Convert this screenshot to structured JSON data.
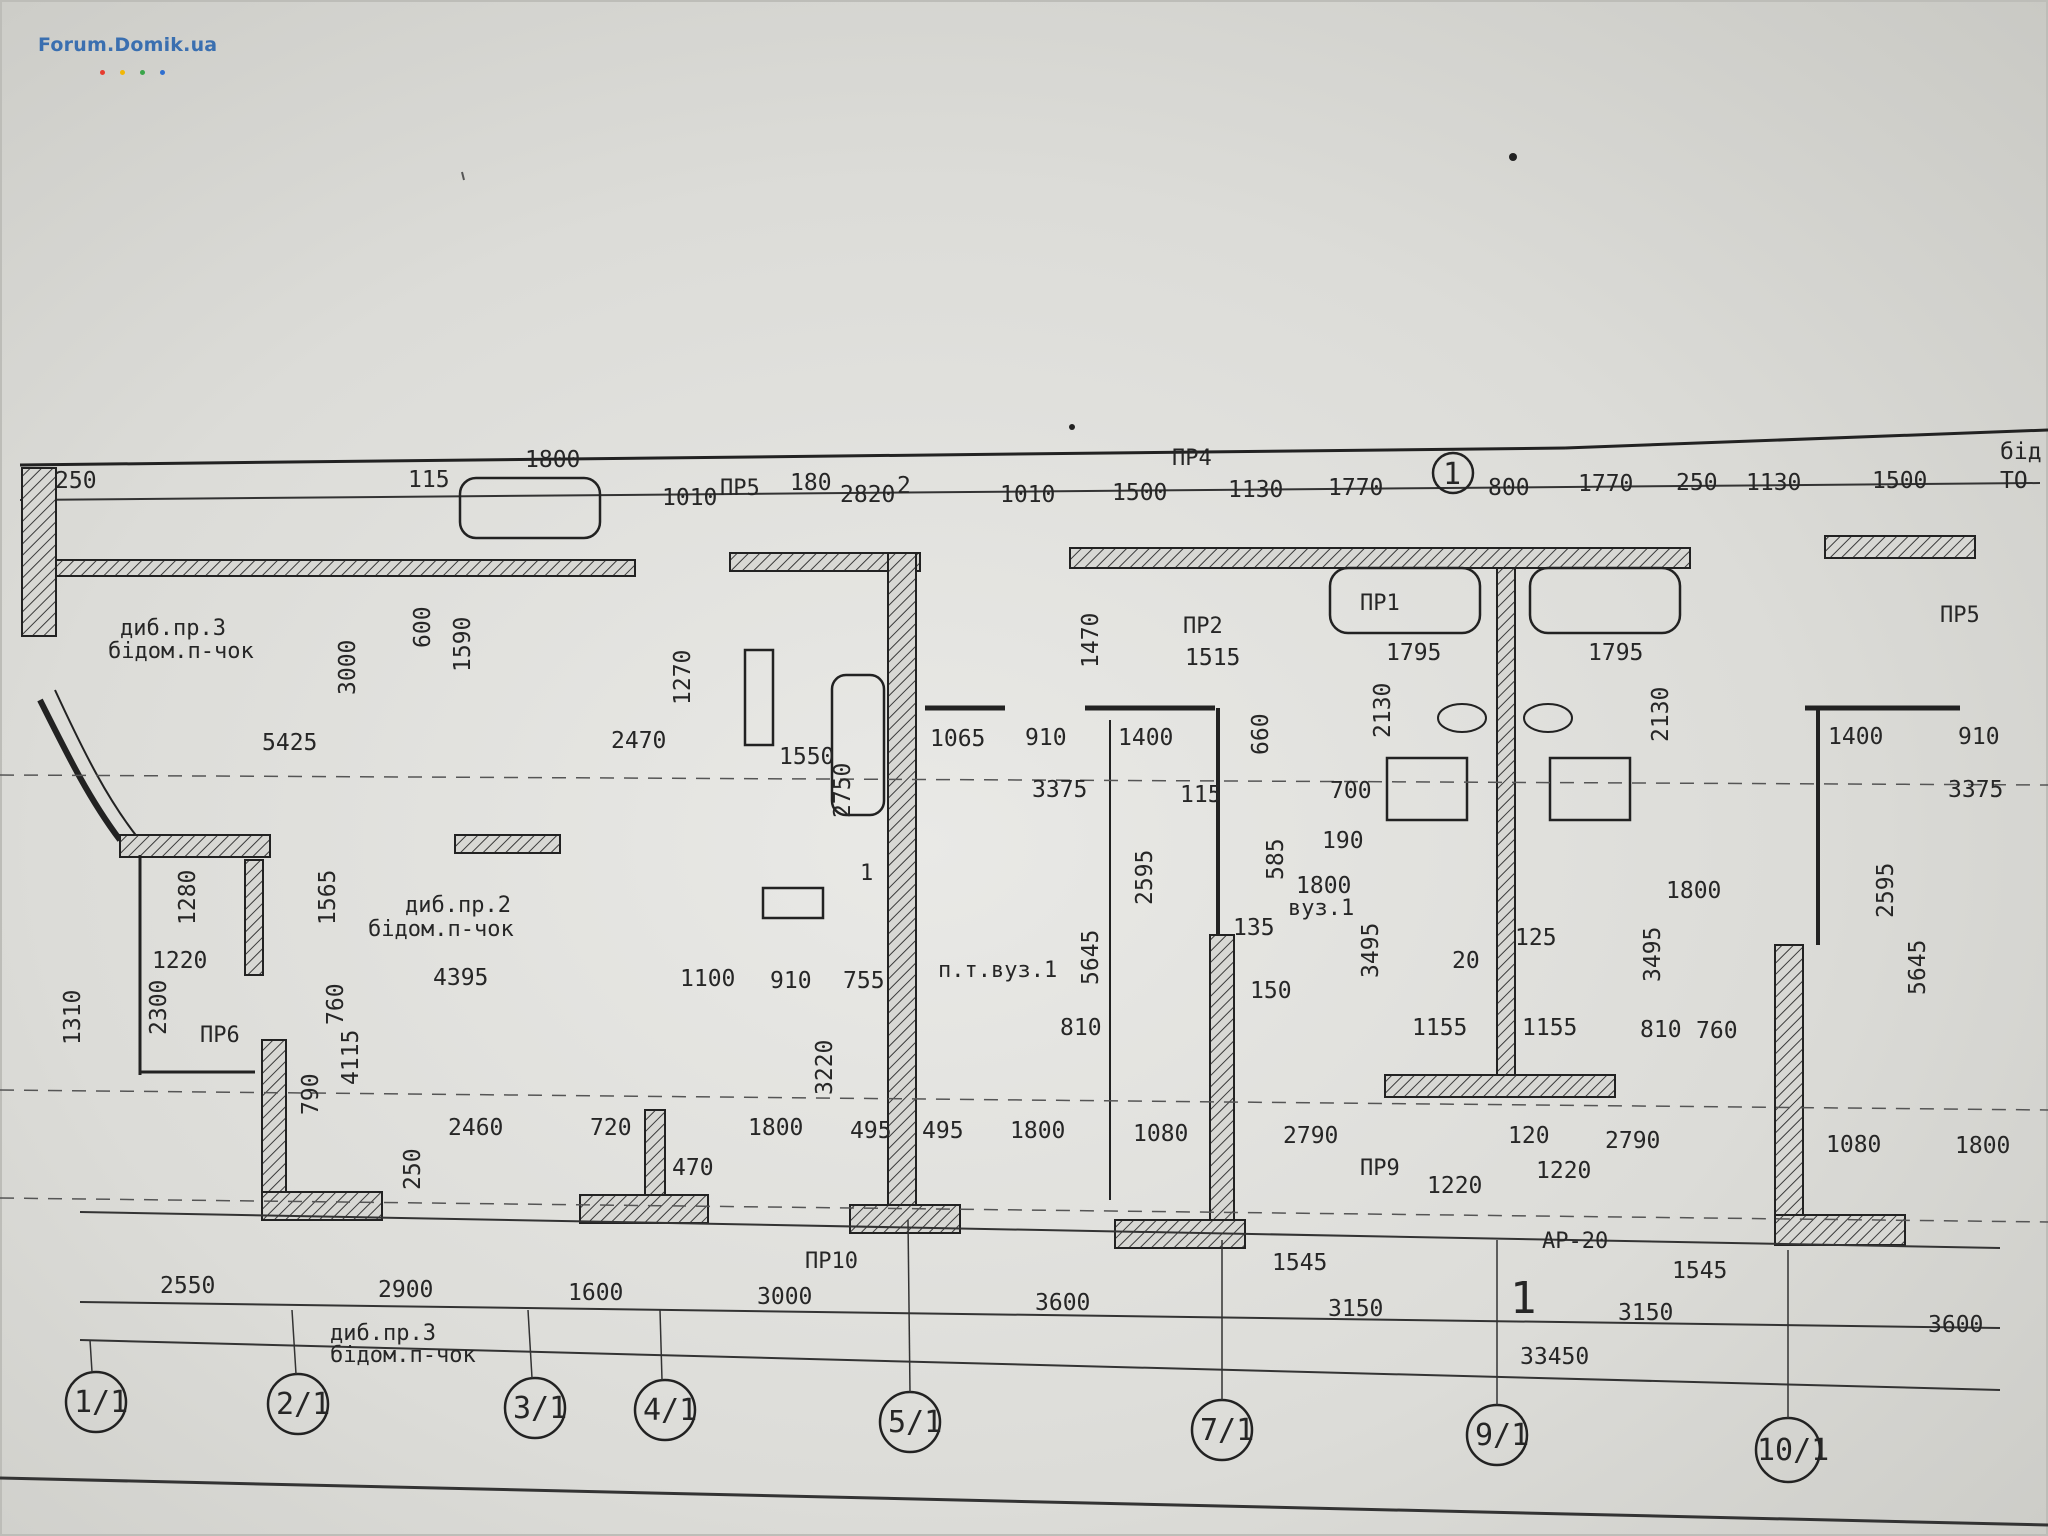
{
  "watermark": {
    "text": "Forum.Domik.ua",
    "dot_colors": [
      "#e63b2e",
      "#f2b705",
      "#3aa54a",
      "#2f6fd0"
    ]
  },
  "axes": [
    "1/1",
    "2/1",
    "3/1",
    "4/1",
    "5/1",
    "7/1",
    "9/1",
    "10/1"
  ],
  "section_label": "1",
  "total_dimension": "33450",
  "top_dimensions": [
    "250",
    "1800",
    "115",
    "1010",
    "ПР5",
    "180",
    "2820",
    "2",
    "1010",
    "1500",
    "1130",
    "1770",
    "800",
    "1770",
    "250",
    "1130",
    "1500"
  ],
  "bottom_dimensions": [
    "2550",
    "2900",
    "1600",
    "3000",
    "3600",
    "1545",
    "3150",
    "3150",
    "1545",
    "3600"
  ],
  "interior_dimensions": [
    "5425",
    "2470",
    "1270",
    "3000",
    "600",
    "1590",
    "1065",
    "910",
    "1400",
    "1470",
    "3375",
    "910",
    "1400",
    "3375",
    "4395",
    "1100",
    "910",
    "755",
    "5645",
    "2595",
    "2595",
    "5645",
    "1800",
    "3495",
    "3495",
    "1800",
    "2460",
    "720",
    "1800",
    "495",
    "495",
    "1800",
    "1080",
    "2790",
    "1220",
    "1220",
    "2790",
    "1080",
    "1800",
    "1795",
    "1795",
    "2130",
    "2130",
    "1550",
    "2750",
    "3220",
    "1565",
    "4115",
    "1310",
    "2300",
    "1280",
    "1220",
    "760",
    "790",
    "810",
    "1155",
    "1155",
    "810",
    "760",
    "150",
    "115",
    "120",
    "470",
    "250",
    "700",
    "660",
    "585",
    "190",
    "125",
    "20",
    "135",
    "1515"
  ],
  "labels": [
    "ПР1",
    "ПР2",
    "ПР4",
    "ПР5",
    "ПР6",
    "ПР9",
    "ПР10",
    "диб.пр.3",
    "бідом.п-чок",
    "диб.пр.2",
    "бідом.п-чок",
    "диб.пр.3",
    "бідом.п-чок",
    "п.т.вуз.1",
    "вуз.1",
    "AP-20",
    "1"
  ],
  "corner_text": [
    "бід",
    "ТО"
  ]
}
